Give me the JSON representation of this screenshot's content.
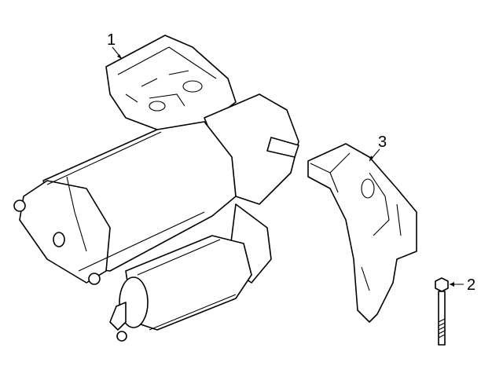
{
  "diagram": {
    "callouts": [
      {
        "id": "1",
        "label": "1"
      },
      {
        "id": "2",
        "label": "2"
      },
      {
        "id": "3",
        "label": "3"
      }
    ]
  }
}
